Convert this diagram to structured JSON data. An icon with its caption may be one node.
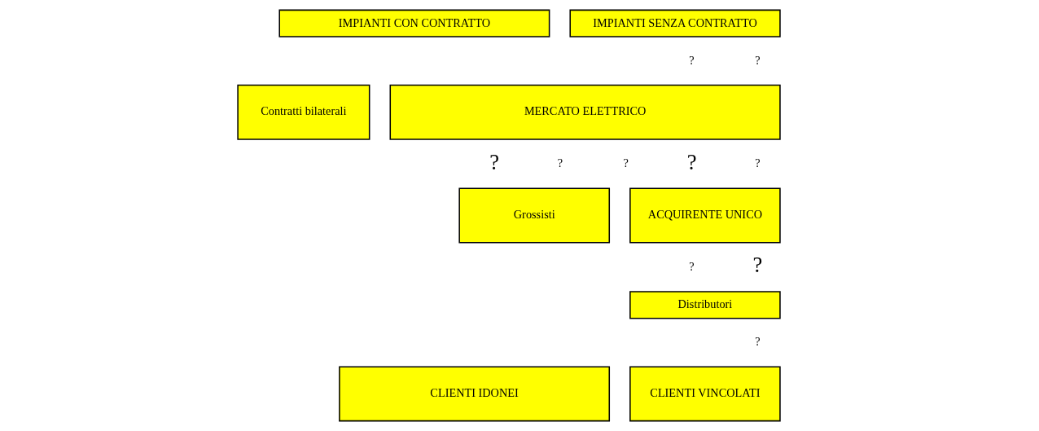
{
  "diagram": {
    "nodes": [
      {
        "text": [
          "IMPIANTI CON CONTRATTO"
        ]
      },
      {
        "text": [
          "IMPIANTI SENZA CONTRATTO"
        ]
      },
      {
        "text": [
          "Contratti bilaterali"
        ]
      },
      {
        "text": [
          "MERCATO ELETTRICO"
        ]
      },
      {
        "text": [
          "Grossisti"
        ]
      },
      {
        "text": [
          "ACQUIRENTE UNICO"
        ]
      },
      {
        "text": [
          "Distributori"
        ]
      },
      {
        "text": [
          "CLIENTI IDONEI"
        ]
      },
      {
        "text": [
          "CLIENTI VINCOLATI"
        ]
      }
    ],
    "labels": [
      "?",
      "?",
      "?",
      "?",
      "?",
      "?",
      "?",
      "?",
      "?",
      "?"
    ]
  }
}
